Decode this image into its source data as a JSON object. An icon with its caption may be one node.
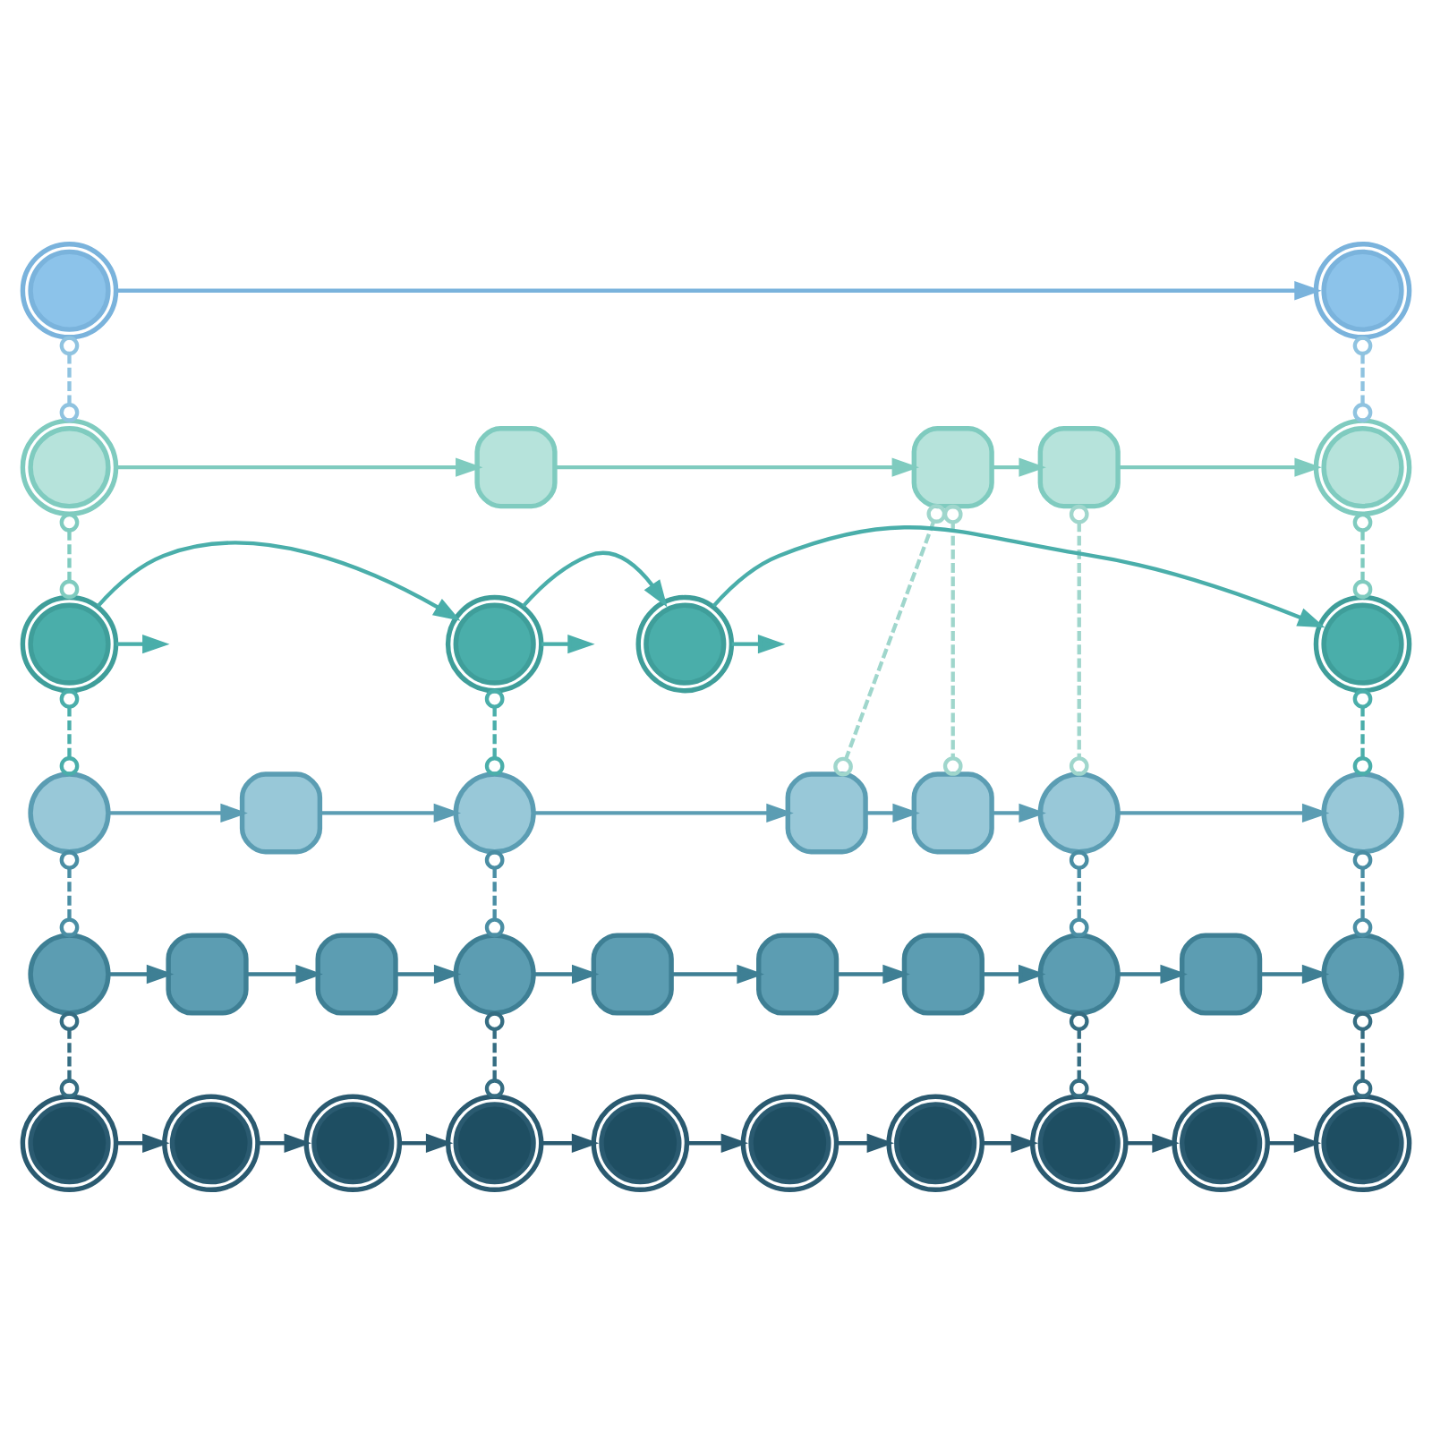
{
  "diagram": {
    "nodes": [
      {
        "text": [],
        "shape": "circle"
      },
      {
        "text": [],
        "shape": "circle"
      },
      {
        "text": [],
        "shape": "circle"
      },
      {
        "text": [],
        "shape": "box"
      },
      {
        "text": [],
        "shape": "box"
      },
      {
        "text": [],
        "shape": "box"
      },
      {
        "text": [],
        "shape": "circle"
      },
      {
        "text": [],
        "shape": "circle"
      },
      {
        "text": [],
        "shape": "circle"
      },
      {
        "text": [],
        "shape": "circle"
      },
      {
        "text": [],
        "shape": "circle"
      },
      {
        "text": [],
        "shape": "circle"
      },
      {
        "text": [],
        "shape": "box"
      },
      {
        "text": [],
        "shape": "circle"
      },
      {
        "text": [],
        "shape": "box"
      },
      {
        "text": [],
        "shape": "box"
      },
      {
        "text": [],
        "shape": "circle"
      },
      {
        "text": [],
        "shape": "circle"
      },
      {
        "text": [],
        "shape": "circle"
      },
      {
        "text": [],
        "shape": "box"
      },
      {
        "text": [],
        "shape": "box"
      },
      {
        "text": [],
        "shape": "circle"
      },
      {
        "text": [],
        "shape": "box"
      },
      {
        "text": [],
        "shape": "box"
      },
      {
        "text": [],
        "shape": "box"
      },
      {
        "text": [],
        "shape": "circle"
      },
      {
        "text": [],
        "shape": "box"
      },
      {
        "text": [],
        "shape": "circle"
      },
      {
        "text": [],
        "shape": "circle"
      },
      {
        "text": [],
        "shape": "circle"
      },
      {
        "text": [],
        "shape": "circle"
      },
      {
        "text": [],
        "shape": "circle"
      },
      {
        "text": [],
        "shape": "circle"
      },
      {
        "text": [],
        "shape": "circle"
      },
      {
        "text": [],
        "shape": "circle"
      },
      {
        "text": [],
        "shape": "circle"
      },
      {
        "text": [],
        "shape": "circle"
      },
      {
        "text": [],
        "shape": "circle"
      }
    ],
    "edges": [
      {
        "from": 0,
        "to": 1,
        "arrow": "to",
        "color": "#7ab3dc"
      },
      {
        "from": 2,
        "to": 3,
        "arrow": "to",
        "color": "#7fcbbf"
      },
      {
        "from": 3,
        "to": 4,
        "arrow": "to",
        "color": "#7fcbbf"
      },
      {
        "from": 4,
        "to": 5,
        "arrow": "to",
        "color": "#7fcbbf"
      },
      {
        "from": 5,
        "to": 6,
        "arrow": "to",
        "color": "#7fcbbf"
      },
      {
        "from": 7,
        "to": 8,
        "arrow": "to",
        "color": "#4aaeaa"
      },
      {
        "from": 8,
        "to": 9,
        "arrow": "to",
        "color": "#4aaeaa"
      },
      {
        "from": 9,
        "to": 10,
        "arrow": "to",
        "color": "#4aaeaa"
      },
      {
        "from": 7,
        "to": null,
        "arrow": "to",
        "color": "#4aaeaa"
      },
      {
        "from": 8,
        "to": null,
        "arrow": "to",
        "color": "#4aaeaa"
      },
      {
        "from": 9,
        "to": null,
        "arrow": "to",
        "color": "#4aaeaa"
      },
      {
        "from": 11,
        "to": 12,
        "arrow": "to",
        "color": "#5b9db3"
      },
      {
        "from": 12,
        "to": 13,
        "arrow": "to",
        "color": "#5b9db3"
      },
      {
        "from": 13,
        "to": 14,
        "arrow": "to",
        "color": "#5b9db3"
      },
      {
        "from": 14,
        "to": 15,
        "arrow": "to",
        "color": "#5b9db3"
      },
      {
        "from": 15,
        "to": 16,
        "arrow": "to",
        "color": "#5b9db3"
      },
      {
        "from": 16,
        "to": 17,
        "arrow": "to",
        "color": "#5b9db3"
      },
      {
        "from": 18,
        "to": 19,
        "arrow": "to",
        "color": "#3e7f94"
      },
      {
        "from": 19,
        "to": 20,
        "arrow": "to",
        "color": "#3e7f94"
      },
      {
        "from": 20,
        "to": 21,
        "arrow": "to",
        "color": "#3e7f94"
      },
      {
        "from": 21,
        "to": 22,
        "arrow": "to",
        "color": "#3e7f94"
      },
      {
        "from": 22,
        "to": 23,
        "arrow": "to",
        "color": "#3e7f94"
      },
      {
        "from": 23,
        "to": 24,
        "arrow": "to",
        "color": "#3e7f94"
      },
      {
        "from": 24,
        "to": 25,
        "arrow": "to",
        "color": "#3e7f94"
      },
      {
        "from": 25,
        "to": 26,
        "arrow": "to",
        "color": "#3e7f94"
      },
      {
        "from": 26,
        "to": 27,
        "arrow": "to",
        "color": "#3e7f94"
      },
      {
        "from": 28,
        "to": 29,
        "arrow": "to",
        "color": "#2a5a70"
      },
      {
        "from": 29,
        "to": 30,
        "arrow": "to",
        "color": "#2a5a70"
      },
      {
        "from": 30,
        "to": 31,
        "arrow": "to",
        "color": "#2a5a70"
      },
      {
        "from": 31,
        "to": 32,
        "arrow": "to",
        "color": "#2a5a70"
      },
      {
        "from": 32,
        "to": 33,
        "arrow": "to",
        "color": "#2a5a70"
      },
      {
        "from": 33,
        "to": 34,
        "arrow": "to",
        "color": "#2a5a70"
      },
      {
        "from": 34,
        "to": 35,
        "arrow": "to",
        "color": "#2a5a70"
      },
      {
        "from": 35,
        "to": 36,
        "arrow": "to",
        "color": "#2a5a70"
      },
      {
        "from": 36,
        "to": 37,
        "arrow": "to",
        "color": "#2a5a70"
      },
      {
        "from": 0,
        "to": 2,
        "arrow": "other",
        "style": "dashed",
        "color": "#8fc3e0"
      },
      {
        "from": 1,
        "to": 6,
        "arrow": "other",
        "style": "dashed",
        "color": "#8fc3e0"
      },
      {
        "from": 2,
        "to": 7,
        "arrow": "other",
        "style": "dashed",
        "color": "#7fcbbf"
      },
      {
        "from": 4,
        "to": 14,
        "arrow": "other",
        "style": "dashed",
        "color": "#9fd6cc"
      },
      {
        "from": 4,
        "to": 15,
        "arrow": "other",
        "style": "dashed",
        "color": "#9fd6cc"
      },
      {
        "from": 5,
        "to": 16,
        "arrow": "other",
        "style": "dashed",
        "color": "#9fd6cc"
      },
      {
        "from": 6,
        "to": 10,
        "arrow": "other",
        "style": "dashed",
        "color": "#7fcbbf"
      },
      {
        "from": 7,
        "to": 11,
        "arrow": "other",
        "style": "dashed",
        "color": "#4aaeaa"
      },
      {
        "from": 8,
        "to": 13,
        "arrow": "other",
        "style": "dashed",
        "color": "#4aaeaa"
      },
      {
        "from": 10,
        "to": 17,
        "arrow": "other",
        "style": "dashed",
        "color": "#4aaeaa"
      },
      {
        "from": 11,
        "to": 18,
        "arrow": "other",
        "style": "dashed",
        "color": "#4a8ea4"
      },
      {
        "from": 13,
        "to": 21,
        "arrow": "other",
        "style": "dashed",
        "color": "#4a8ea4"
      },
      {
        "from": 16,
        "to": 25,
        "arrow": "other",
        "style": "dashed",
        "color": "#4a8ea4"
      },
      {
        "from": 17,
        "to": 27,
        "arrow": "other",
        "style": "dashed",
        "color": "#4a8ea4"
      },
      {
        "from": 18,
        "to": 28,
        "arrow": "other",
        "style": "dashed",
        "color": "#356d82"
      },
      {
        "from": 21,
        "to": 31,
        "arrow": "other",
        "style": "dashed",
        "color": "#356d82"
      },
      {
        "from": 25,
        "to": 35,
        "arrow": "other",
        "style": "dashed",
        "color": "#356d82"
      },
      {
        "from": 27,
        "to": 37,
        "arrow": "other",
        "style": "dashed",
        "color": "#356d82"
      }
    ]
  }
}
